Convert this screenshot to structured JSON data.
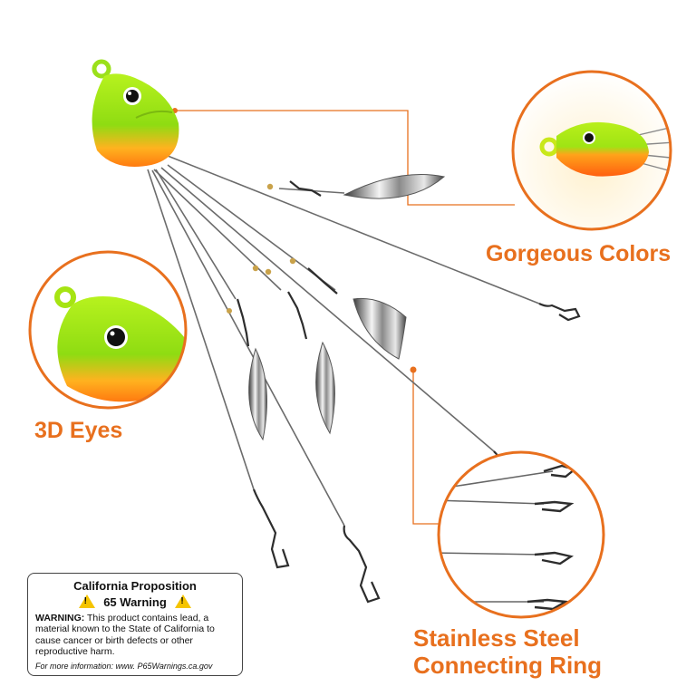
{
  "callouts": {
    "gorgeous_colors": "Gorgeous Colors",
    "eyes": "3D Eyes",
    "steel_line1": "Stainless Steel",
    "steel_line2": "Connecting Ring"
  },
  "warning_label": {
    "title": "California Proposition",
    "subtitle": "65 Warning",
    "warning_word": "WARNING:",
    "body": "This product contains lead, a material known to the State of California to cause cancer or birth defects or other reproductive harm.",
    "more_info": "For more information:  www. P65Warnings.ca.gov",
    "icon": "warning-triangle-icon"
  },
  "colors": {
    "accent": "#e8701e",
    "head_green": "#9be01a",
    "head_orange": "#ff8a1f"
  }
}
